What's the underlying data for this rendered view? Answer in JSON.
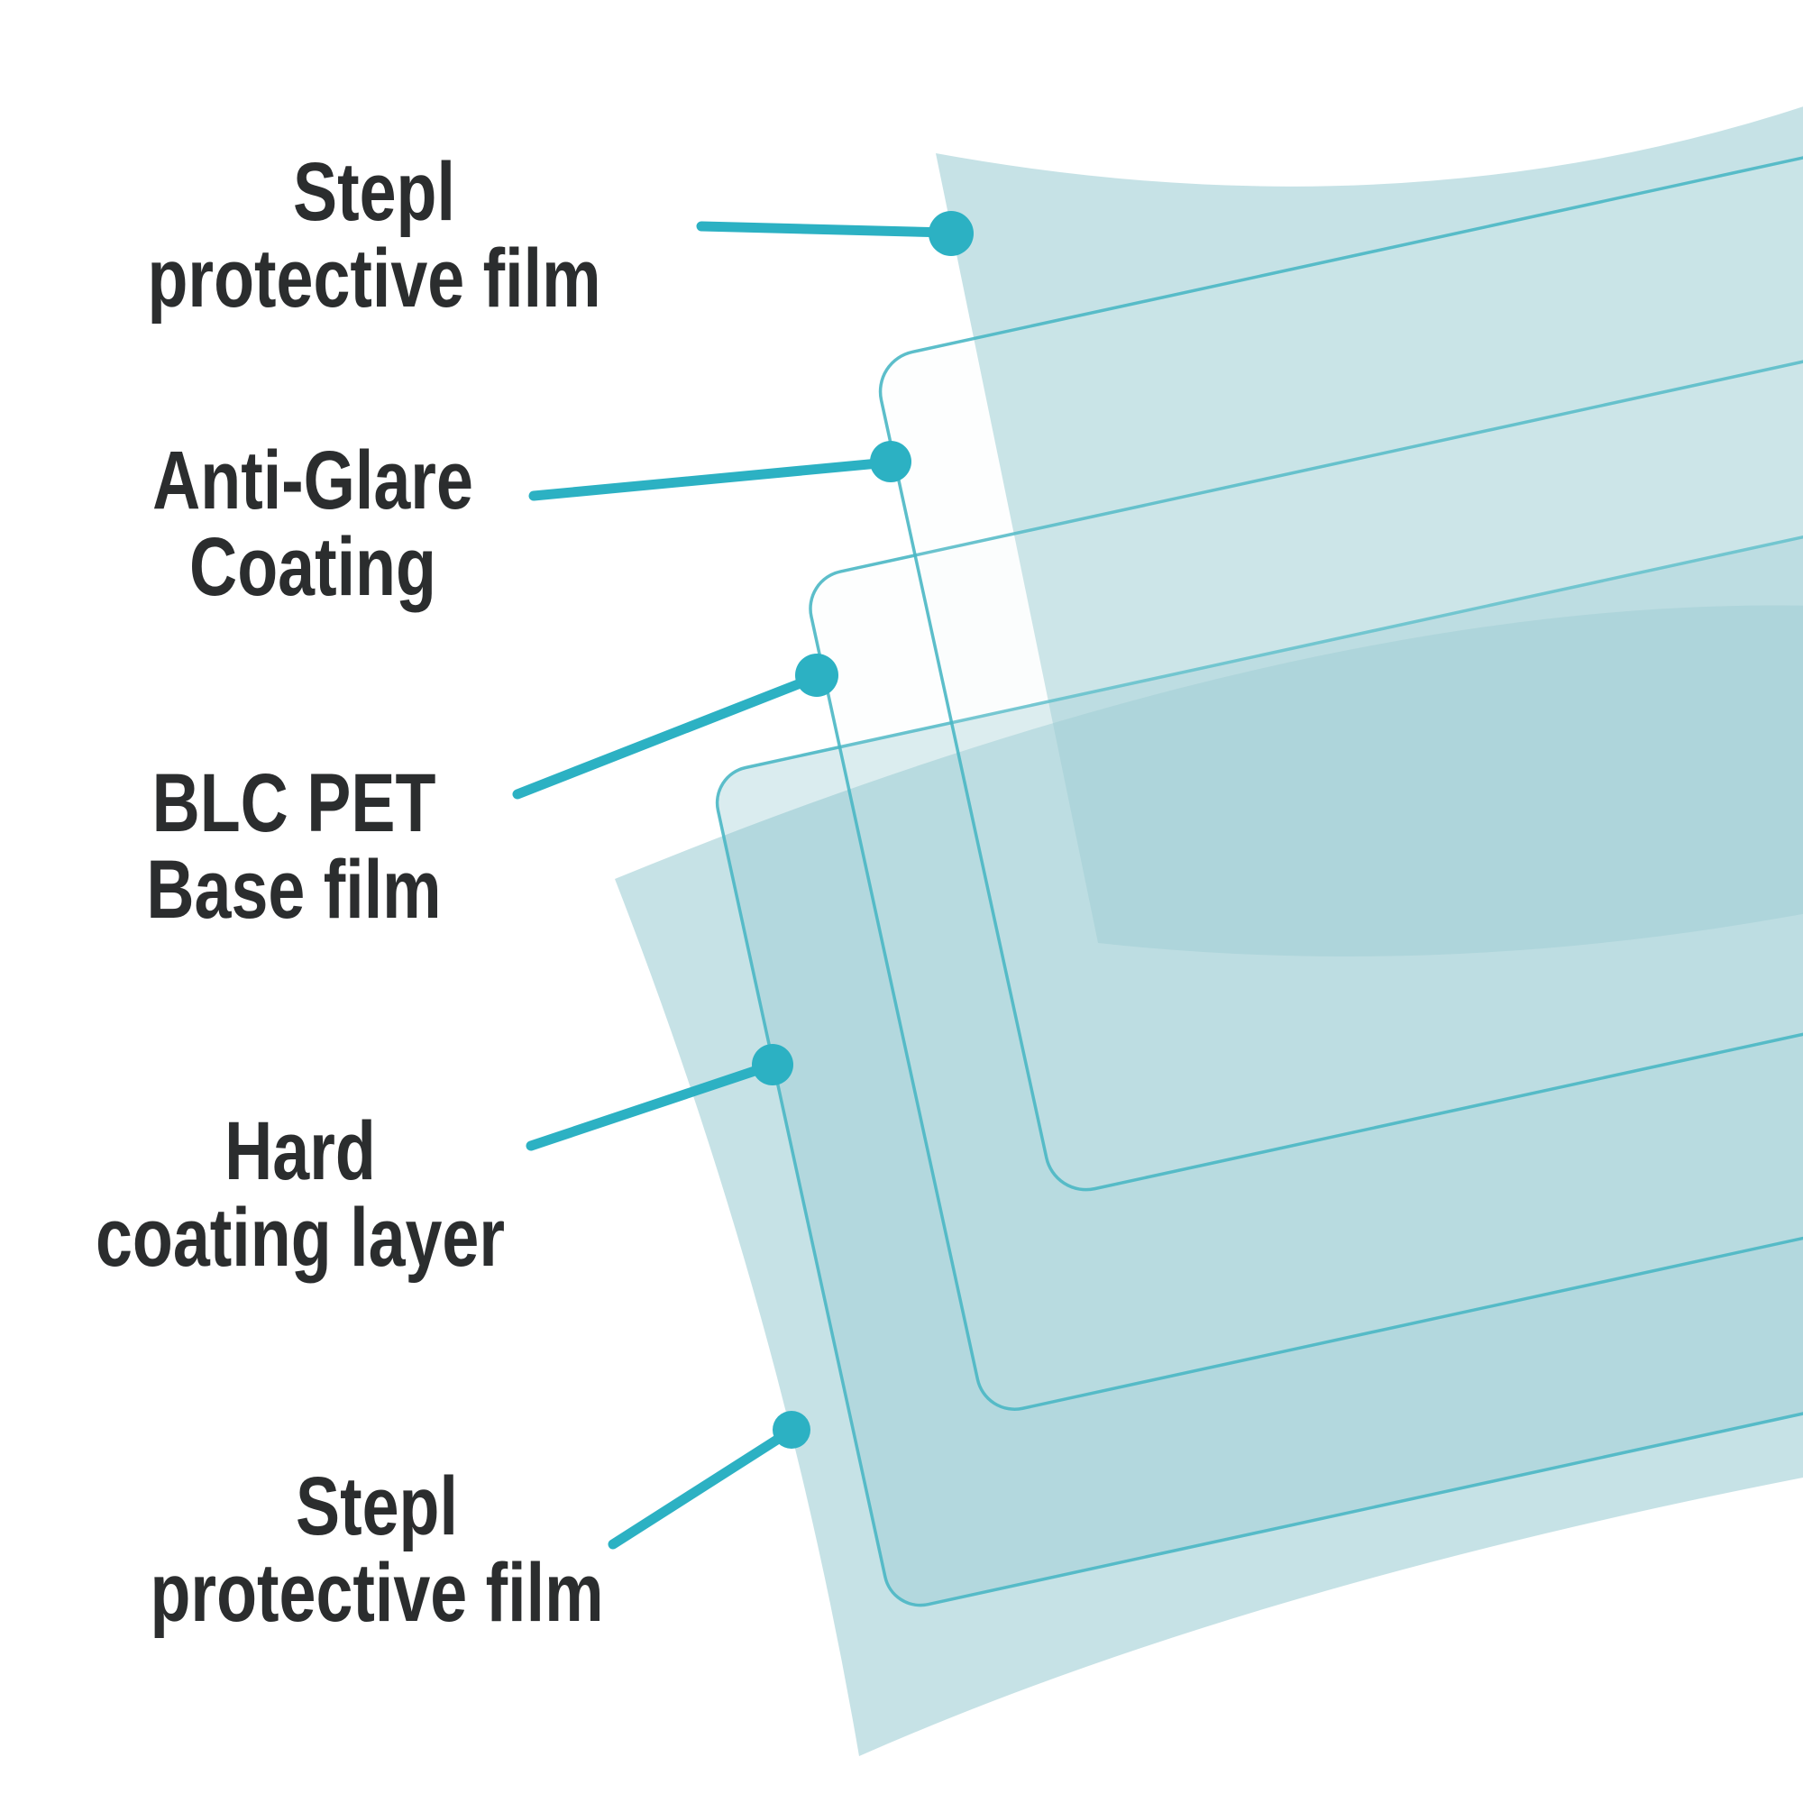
{
  "diagram": {
    "description": "Exploded layer diagram of a screen protector film",
    "labels": [
      {
        "id": "stepl-protective-film-top",
        "line1": "Stepl",
        "line2": "protective film"
      },
      {
        "id": "anti-glare-coating",
        "line1": "Anti-Glare",
        "line2": "Coating"
      },
      {
        "id": "blc-pet-base-film",
        "line1": "BLC PET",
        "line2": "Base film"
      },
      {
        "id": "hard-coating-layer",
        "line1": "Hard",
        "line2": "coating layer"
      },
      {
        "id": "stepl-protective-film-bottom",
        "line1": "Stepl",
        "line2": "protective film"
      }
    ],
    "layers": [
      "Stepl protective film (top sheet)",
      "Anti-Glare Coating (outlined glass sheet)",
      "BLC PET Base film (outlined glass sheet)",
      "Hard coating layer (filled outlined sheet)",
      "Stepl protective film (bottom sheet)"
    ],
    "colors": {
      "accent": "#2cb1c3",
      "sheet_outline": "#4ab7c4",
      "sheet_fill": "#8dc5ce",
      "glass_fill": "#e8f4f6",
      "band_tone": "#9ecbd3",
      "pale_tone": "#cfe8ea",
      "text": "#2b2d2e",
      "background": "#ffffff"
    }
  }
}
